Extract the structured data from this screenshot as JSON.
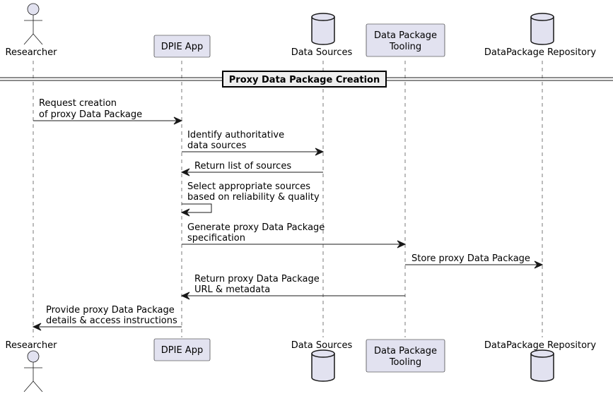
{
  "participants": {
    "researcher": {
      "label": "Researcher",
      "kind": "actor"
    },
    "dpie_app": {
      "label": "DPIE App",
      "kind": "participant"
    },
    "data_sources": {
      "label": "Data Sources",
      "kind": "database"
    },
    "tooling": {
      "line1": "Data Package",
      "line2": "Tooling",
      "kind": "participant"
    },
    "repository": {
      "label": "DataPackage Repository",
      "kind": "database"
    }
  },
  "divider": {
    "title": "Proxy Data Package Creation"
  },
  "messages": [
    {
      "from": "researcher",
      "to": "dpie_app",
      "lines": [
        "Request creation",
        "of proxy Data Package"
      ]
    },
    {
      "from": "dpie_app",
      "to": "data_sources",
      "lines": [
        "Identify authoritative",
        "data sources"
      ]
    },
    {
      "from": "data_sources",
      "to": "dpie_app",
      "lines": [
        "Return list of sources"
      ]
    },
    {
      "from": "dpie_app",
      "to": "dpie_app",
      "lines": [
        "Select appropriate sources",
        "based on reliability & quality"
      ]
    },
    {
      "from": "dpie_app",
      "to": "tooling",
      "lines": [
        "Generate proxy Data Package",
        "specification"
      ]
    },
    {
      "from": "tooling",
      "to": "repository",
      "lines": [
        "Store proxy Data Package"
      ]
    },
    {
      "from": "tooling",
      "to": "dpie_app",
      "lines": [
        "Return proxy Data Package",
        "URL & metadata"
      ]
    },
    {
      "from": "dpie_app",
      "to": "researcher",
      "lines": [
        "Provide proxy Data Package",
        "details & access instructions"
      ]
    }
  ],
  "colors": {
    "participant_fill": "#e2e2f0",
    "stroke": "#181818",
    "divider_fill": "#eeeeee"
  }
}
